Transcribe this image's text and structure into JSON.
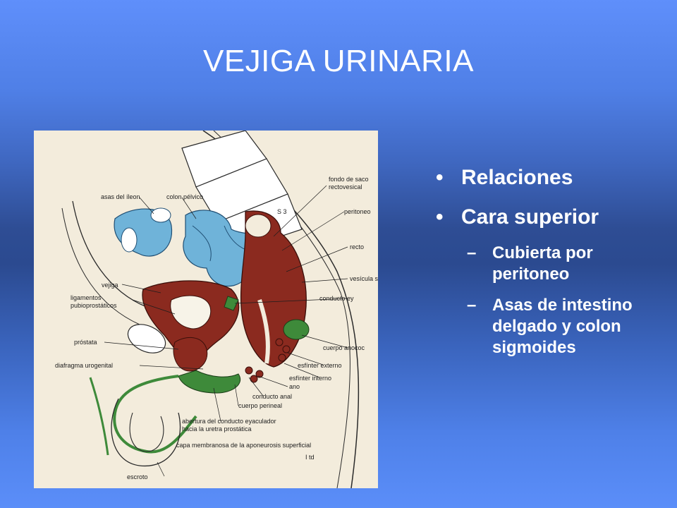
{
  "slide": {
    "title": "VEJIGA URINARIA"
  },
  "figure": {
    "labels": {
      "asas_ileon": "asas del íleon",
      "colon_pelvico": "colon pélvico",
      "fondo_saco_1": "fondo de saco",
      "fondo_saco_2": "rectovesical",
      "s3": "S 3",
      "peritoneo": "peritoneo",
      "recto": "recto",
      "vejiga": "vejiga",
      "vesicula": "vesícula se",
      "lig_1": "ligamentos",
      "lig_2": "pubioprostáticos",
      "conducto_ey": "conducto ey",
      "prostata": "próstata",
      "cuerpo_anococ": "cuerpo anococ",
      "diafragma": "diafragma urogenital",
      "esf_externo": "esfínter externo",
      "esf_interno": "esfínter interno",
      "ano": "ano",
      "conducto_anal": "conducto anal",
      "cuerpo_perineal": "cuerpo perineal",
      "abertura_1": "abertura del conducto eyaculador",
      "abertura_2": "hacia la uretra prostática",
      "capa_membranosa": "capa membranosa de la aponeurosis superficial",
      "escroto": "escroto",
      "itd": "I td"
    }
  },
  "bullets": {
    "items": [
      {
        "mark": "•",
        "text": "Relaciones"
      },
      {
        "mark": "•",
        "text": "Cara superior"
      }
    ],
    "subitems": [
      {
        "mark": "–",
        "text": "Cubierta por peritoneo"
      },
      {
        "mark": "–",
        "text": "Asas de intestino delgado y colon sigmoides"
      }
    ]
  }
}
